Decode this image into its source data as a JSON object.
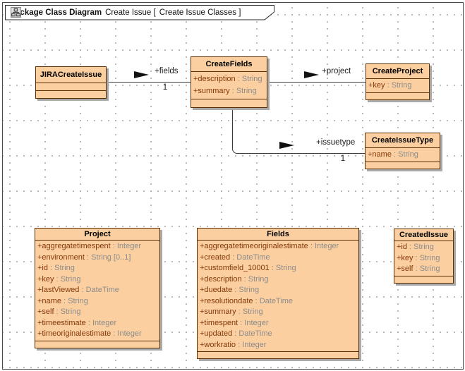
{
  "tab": {
    "kind": "package Class Diagram",
    "context": "Create Issue [",
    "diagram_name": "Create Issue Classes ]"
  },
  "classes": {
    "jira_create_issue": {
      "name": "JIRACreateIssue",
      "attributes": []
    },
    "create_fields": {
      "name": "CreateFields",
      "attributes": [
        {
          "n": "+description",
          "t": " : String"
        },
        {
          "n": "+summary",
          "t": " : String"
        }
      ]
    },
    "create_project": {
      "name": "CreateProject",
      "attributes": [
        {
          "n": "+key",
          "t": " : String"
        }
      ]
    },
    "create_issue_type": {
      "name": "CreateIssueType",
      "attributes": [
        {
          "n": "+name",
          "t": " : String"
        }
      ]
    },
    "project": {
      "name": "Project",
      "attributes": [
        {
          "n": "+aggregatetimespent",
          "t": " : Integer"
        },
        {
          "n": "+environment",
          "t": " : String [0..1]"
        },
        {
          "n": "+id",
          "t": " : String"
        },
        {
          "n": "+key",
          "t": " : String"
        },
        {
          "n": "+lastViewed",
          "t": " : DateTime"
        },
        {
          "n": "+name",
          "t": " : String"
        },
        {
          "n": "+self",
          "t": " : String"
        },
        {
          "n": "+timeestimate",
          "t": " : Integer"
        },
        {
          "n": "+timeoriginalestimate",
          "t": " : Integer"
        }
      ]
    },
    "fields": {
      "name": "Fields",
      "attributes": [
        {
          "n": "+aggregatetimeoriginalestimate",
          "t": " : Integer"
        },
        {
          "n": "+created",
          "t": " : DateTime"
        },
        {
          "n": "+customfield_10001",
          "t": " : String"
        },
        {
          "n": "+description",
          "t": " : String"
        },
        {
          "n": "+duedate",
          "t": " : String"
        },
        {
          "n": "+resolutiondate",
          "t": " : DateTime"
        },
        {
          "n": "+summary",
          "t": " : String"
        },
        {
          "n": "+timespent",
          "t": " : Integer"
        },
        {
          "n": "+updated",
          "t": " : DateTime"
        },
        {
          "n": "+workratio",
          "t": " : Integer"
        }
      ]
    },
    "created_issue": {
      "name": "CreatedIssue",
      "attributes": [
        {
          "n": "+id",
          "t": " : String"
        },
        {
          "n": "+key",
          "t": " : String"
        },
        {
          "n": "+self",
          "t": " : String"
        }
      ]
    }
  },
  "associations": {
    "fields_assoc": {
      "role": "+fields",
      "multiplicity": "1"
    },
    "project_assoc": {
      "role": "+project"
    },
    "issuetype_assoc": {
      "role": "+issuetype",
      "multiplicity": "1"
    }
  },
  "colors": {
    "class_fill": "#fbcfa0",
    "class_border": "#5c2d00",
    "attr_name": "#84390b",
    "attr_type": "#8c8c8c",
    "shadow": "#a9a9a9",
    "grid_dot": "#b0b0b0",
    "line": "#3c3c3c"
  }
}
